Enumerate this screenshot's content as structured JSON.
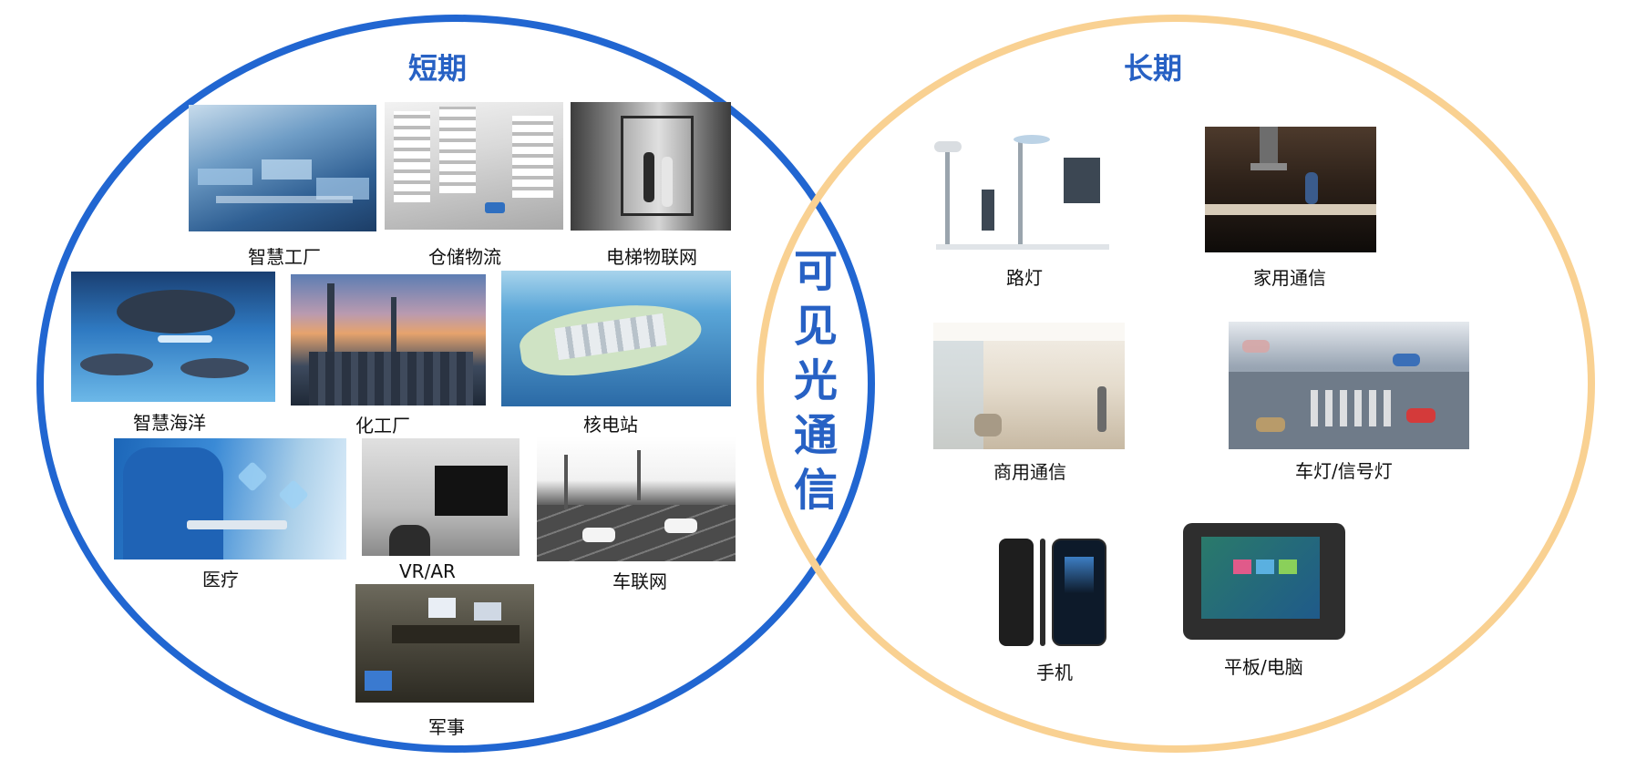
{
  "center_label": "可见光通信",
  "groups": {
    "short": {
      "title": "短期",
      "border_color": "#2166d1",
      "items": [
        {
          "label": "智慧工厂"
        },
        {
          "label": "仓储物流"
        },
        {
          "label": "电梯物联网"
        },
        {
          "label": "智慧海洋"
        },
        {
          "label": "化工厂"
        },
        {
          "label": "核电站"
        },
        {
          "label": "医疗"
        },
        {
          "label": "VR/AR"
        },
        {
          "label": "车联网"
        },
        {
          "label": "军事"
        }
      ]
    },
    "long": {
      "title": "长期",
      "border_color": "#f9d192",
      "items": [
        {
          "label": "路灯"
        },
        {
          "label": "家用通信"
        },
        {
          "label": "商用通信"
        },
        {
          "label": "车灯/信号灯"
        },
        {
          "label": "手机"
        },
        {
          "label": "平板/电脑"
        }
      ]
    }
  },
  "colors": {
    "title": "#2761c4"
  }
}
